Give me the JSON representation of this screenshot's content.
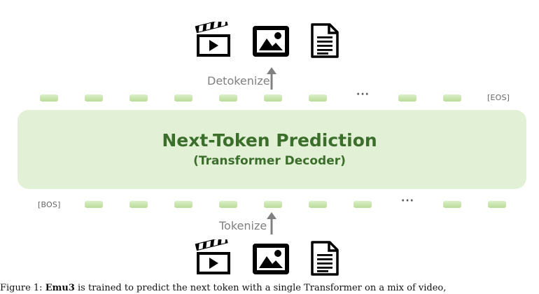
{
  "diagram": {
    "model_title": "Next-Token Prediction",
    "model_subtitle": "(Transformer Decoder)",
    "detokenize_label": "Detokenize",
    "tokenize_label": "Tokenize",
    "eos_label": "[EOS]",
    "bos_label": "[BOS]",
    "ellipsis": "···",
    "modalities": [
      "video-clapperboard-icon",
      "image-icon",
      "document-icon"
    ],
    "colors": {
      "token": "#b9dc98",
      "model_box": "#e2f0d6",
      "model_text": "#3b6e2a",
      "arrow": "#808080"
    }
  },
  "caption": {
    "fig_label": "Figure 1:",
    "model_name": "Emu3",
    "text": " is trained to predict the next token with a single Transformer on a mix of video,"
  }
}
